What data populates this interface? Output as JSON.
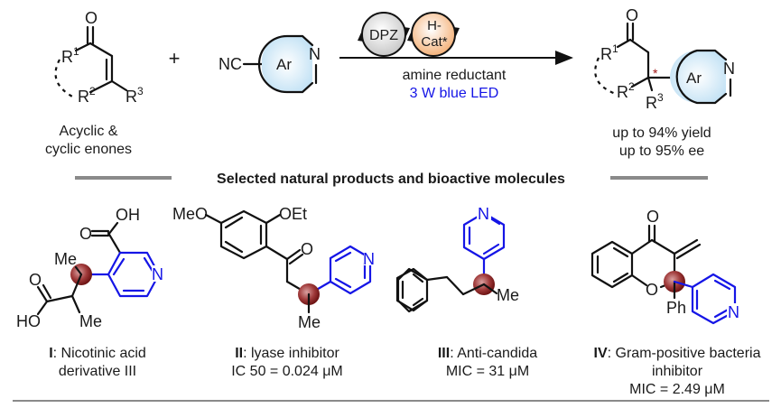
{
  "scheme": {
    "reactant_enone": {
      "labels": {
        "O": "O",
        "R1": "R",
        "R1_sup": "1",
        "R2": "R",
        "R2_sup": "2",
        "R3": "R",
        "R3_sup": "3"
      },
      "caption": [
        "Acyclic &",
        "cyclic enones"
      ]
    },
    "plus": "+",
    "reactant_nitrile": {
      "nc": "NC",
      "ring_label": "Ar",
      "N": "N"
    },
    "conditions": {
      "catalyst_1": "DPZ",
      "catalyst_2_line1": "H-",
      "catalyst_2_line2": "Cat*",
      "reagent": "amine reductant",
      "light": "3 W blue LED",
      "light_color": "#1515e6"
    },
    "product": {
      "labels": {
        "O": "O",
        "R1": "R",
        "R1_sup": "1",
        "R2": "R",
        "R2_sup": "2",
        "R3": "R",
        "R3_sup": "3",
        "ring_label": "Ar",
        "N": "N",
        "stereo_mark": "*"
      },
      "results": [
        "up to 94% yield",
        "up to 95% ee"
      ]
    }
  },
  "section_title": "Selected natural products and bioactive molecules",
  "compounds": [
    {
      "id": "I",
      "name": "Nicotinic acid",
      "line2": "derivative III",
      "atoms": {
        "OH": "OH",
        "O1": "O",
        "Me1": "Me",
        "O2": "O",
        "HO": "HO",
        "Me2": "Me",
        "N": "N"
      }
    },
    {
      "id": "II",
      "name": "lyase inhibitor",
      "line2": "IC 50 = 0.024 μM",
      "atoms": {
        "MeO": "MeO",
        "OEt": "OEt",
        "O": "O",
        "N": "N",
        "Me": "Me"
      }
    },
    {
      "id": "III",
      "name": "Anti-candida",
      "line2": "MIC = 31 μM",
      "atoms": {
        "N": "N",
        "Me": "Me"
      }
    },
    {
      "id": "IV",
      "name": "Gram-positive bacteria",
      "line2": "inhibitor",
      "line3": "MIC = 2.49 μM",
      "atoms": {
        "O1": "O",
        "O2": "O",
        "Ph": "Ph",
        "N": "N"
      }
    }
  ],
  "colors": {
    "highlight_blue": "#1515e6",
    "stereocenter": "#8b1a1a",
    "ring_fill": "#cfe8f7",
    "dpz_fill": "#d9d9d9",
    "hcat_fill": "#f7c99a",
    "rule": "#8a8a8a"
  }
}
